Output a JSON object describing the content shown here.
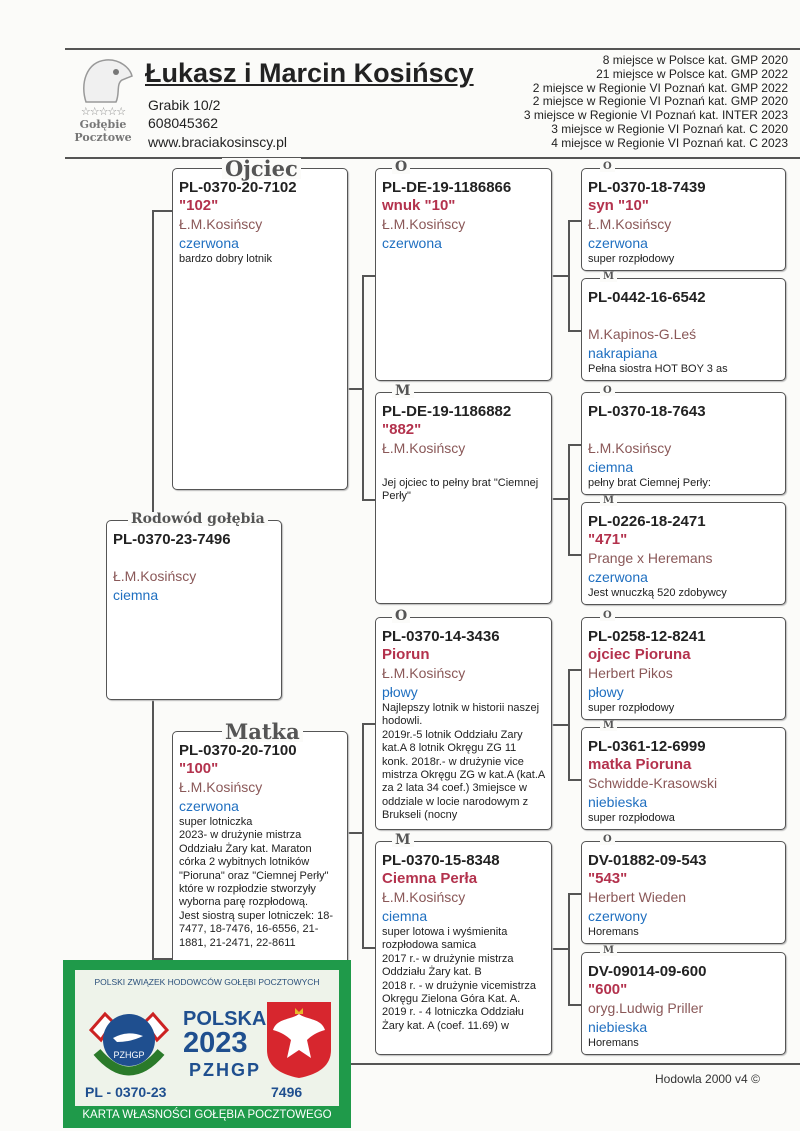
{
  "header": {
    "title": "Łukasz i Marcin Kosińscy",
    "address": "Grabik 10/2",
    "phone": "608045362",
    "website": "www.braciakosinscy.pl",
    "logo_text": [
      "Gołębie",
      "Pocztowe"
    ],
    "achievements": [
      "8 miejsce w Polsce kat. GMP 2020",
      "21 miejsce w Polsce kat. GMP 2022",
      "2 miejsce w Regionie VI Poznań kat. GMP 2022",
      "2 miejsce w Regionie VI Poznań kat. GMP 2020",
      "3 miejsce w Regionie VI Poznań kat. INTER 2023",
      "3 miejsce w Regionie VI Poznań kat. C 2020",
      "4 miejsce w Regionie VI Poznań kat. C 2023"
    ]
  },
  "subject": {
    "label": "Rodowód gołębia",
    "id": "PL-0370-23-7496",
    "name": "",
    "breeder": "Ł.M.Kosińscy",
    "color": "ciemna",
    "notes": ""
  },
  "father": {
    "label": "Ojciec",
    "id": "PL-0370-20-7102",
    "name": "\"102\"",
    "breeder": "Ł.M.Kosińscy",
    "color": "czerwona",
    "notes": "bardzo dobry lotnik"
  },
  "mother": {
    "label": "Matka",
    "id": "PL-0370-20-7100",
    "name": "\"100\"",
    "breeder": "Ł.M.Kosińscy",
    "color": "czerwona",
    "notes": "super lotniczka\n2023- w drużynie mistrza Oddziału Żary kat. Maraton córka 2 wybitnych lotników \"Pioruna\" oraz \"Ciemnej Perły\" które w rozpłodzie stworzyły wyborna parę rozpłodową.\nJest siostrą super lotniczek: 18-7477, 18-7476, 16-6556, 21-1881, 21-2471, 22-8611"
  },
  "gen2": [
    {
      "label": "O",
      "id": "PL-DE-19-1186866",
      "name": "wnuk \"10\"",
      "breeder": "Ł.M.Kosińscy",
      "color": "czerwona",
      "notes": ""
    },
    {
      "label": "M",
      "id": "PL-DE-19-1186882",
      "name": "\"882\"",
      "breeder": "Ł.M.Kosińscy",
      "color": "",
      "notes": "Jej ojciec to pełny brat \"Ciemnej Perły\""
    },
    {
      "label": "O",
      "id": "PL-0370-14-3436",
      "name": "Piorun",
      "breeder": "Ł.M.Kosińscy",
      "color": "płowy",
      "notes": "Najlepszy lotnik w historii naszej hodowli.\n2019r.-5 lotnik Oddziału Zary kat.A 8 lotnik Okręgu ZG 11 konk. 2018r.- w drużynie vice mistrza Okręgu ZG w kat.A (kat.A za 2 lata 34 coef.) 3miejsce w oddziale w locie narodowym z Brukseli (nocny"
    },
    {
      "label": "M",
      "id": "PL-0370-15-8348",
      "name": "Ciemna Perła",
      "breeder": "Ł.M.Kosińscy",
      "color": "ciemna",
      "notes": "super lotowa i wyśmienita rozpłodowa samica\n2017 r.- w drużynie mistrza Oddziału Żary kat. B\n2018 r. - w drużynie vicemistrza Okręgu Zielona Góra Kat. A.\n2019 r. -  4 lotniczka Oddziału Żary kat. A (coef. 11.69) w"
    }
  ],
  "gen3": [
    {
      "label": "O",
      "id": "PL-0370-18-7439",
      "name": "syn \"10\"",
      "breeder": "Ł.M.Kosińscy",
      "color": "czerwona",
      "notes": "super rozpłodowy"
    },
    {
      "label": "M",
      "id": "PL-0442-16-6542",
      "name": "",
      "breeder": "M.Kapinos-G.Leś",
      "color": "nakrapiana",
      "notes": "Pełna siostra HOT BOY 3 as"
    },
    {
      "label": "O",
      "id": "PL-0370-18-7643",
      "name": "",
      "breeder": "Ł.M.Kosińscy",
      "color": "ciemna",
      "notes": "pełny brat Ciemnej Perły:"
    },
    {
      "label": "M",
      "id": "PL-0226-18-2471",
      "name": "\"471\"",
      "breeder": "Prange x Heremans",
      "color": "czerwona",
      "notes": "Jest wnuczką 520 zdobywcy"
    },
    {
      "label": "O",
      "id": "PL-0258-12-8241",
      "name": "ojciec Pioruna",
      "breeder": "Herbert Pikos",
      "color": "płowy",
      "notes": "super rozpłodowy"
    },
    {
      "label": "M",
      "id": "PL-0361-12-6999",
      "name": "matka Pioruna",
      "breeder": "Schwidde-Krasowski",
      "color": "niebieska",
      "notes": "super rozpłodowa"
    },
    {
      "label": "O",
      "id": "DV-01882-09-543",
      "name": "\"543\"",
      "breeder": "Herbert Wieden",
      "color": "czerwony",
      "notes": "Horemans"
    },
    {
      "label": "M",
      "id": "DV-09014-09-600",
      "name": "\"600\"",
      "breeder": "oryg.Ludwig Priller",
      "color": "niebieska",
      "notes": "Horemans"
    }
  ],
  "footer": {
    "software": "Hodowla 2000 v4 ©"
  },
  "ownership_card": {
    "top": "POLSKI ZWIĄZEK HODOWCÓW GOŁĘBI POCZTOWYCH",
    "country": "POLSKA",
    "year": "2023",
    "org": "PZHGP",
    "logo_text": "PZHGP",
    "ring_prefix": "PL - 0370-23",
    "ring_number": "7496",
    "bottom": "KARTA  WŁASNOŚCI GOŁĘBIA POCZTOWEGO",
    "green": "#1f9a4a",
    "blue": "#1f4f8f"
  }
}
